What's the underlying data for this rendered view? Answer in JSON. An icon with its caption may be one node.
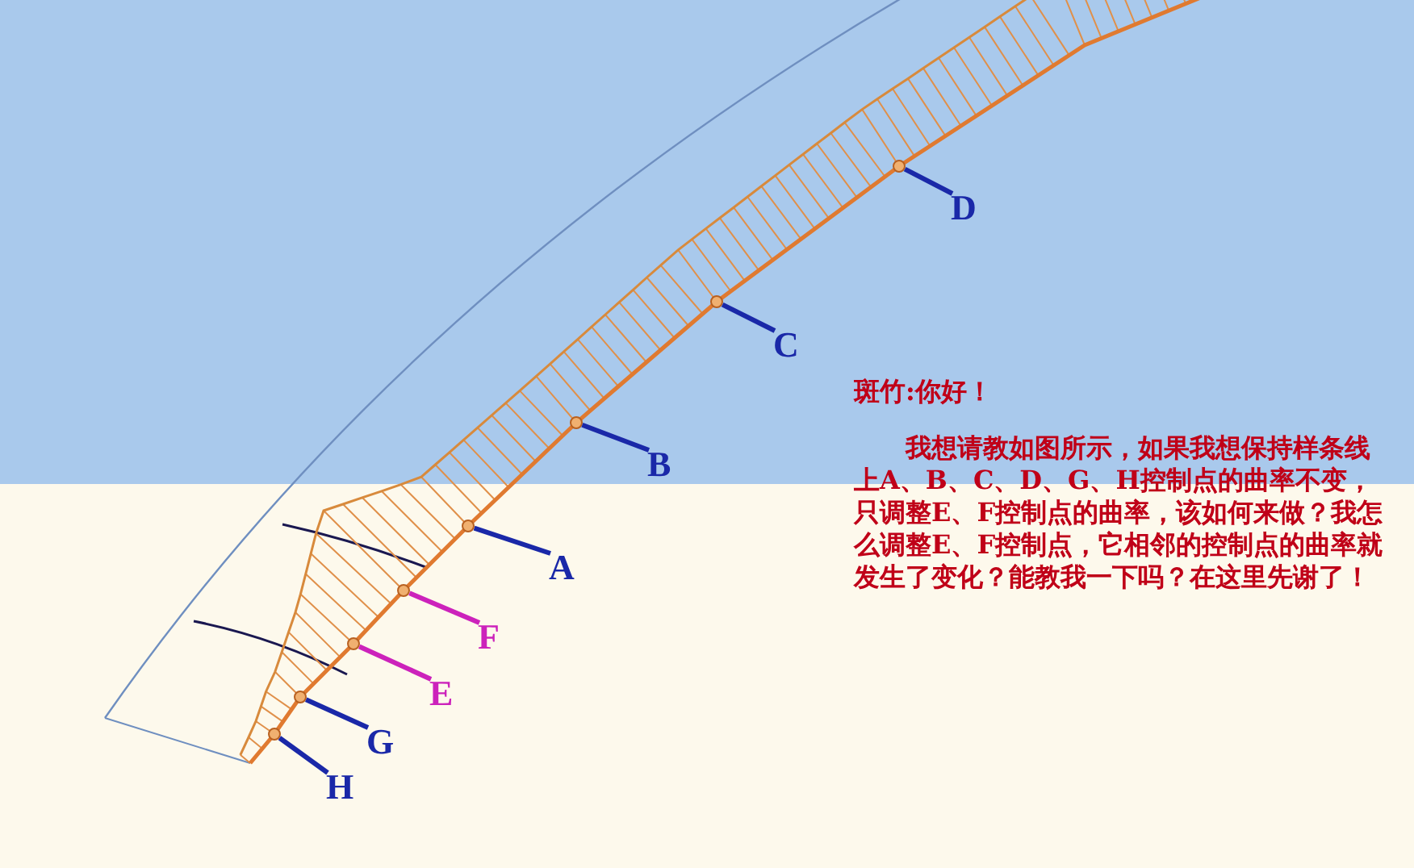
{
  "diagram": {
    "nodes": [
      {
        "text": [
          "D"
        ]
      },
      {
        "text": [
          "C"
        ]
      },
      {
        "text": [
          "B"
        ]
      },
      {
        "text": [
          "A"
        ]
      },
      {
        "text": [
          "F"
        ]
      },
      {
        "text": [
          "E"
        ]
      },
      {
        "text": [
          "G"
        ]
      },
      {
        "text": [
          "H"
        ]
      },
      {
        "text": [],
        "shape": "circle"
      },
      {
        "text": [],
        "shape": "circle"
      },
      {
        "text": [],
        "shape": "circle"
      },
      {
        "text": [],
        "shape": "circle"
      },
      {
        "text": [],
        "shape": "circle"
      },
      {
        "text": [],
        "shape": "circle"
      },
      {
        "text": [],
        "shape": "circle"
      },
      {
        "text": [],
        "shape": "circle"
      }
    ],
    "edges": [
      {
        "from": 0,
        "to": 8,
        "arrow": "none"
      },
      {
        "from": 1,
        "to": 9,
        "arrow": "none"
      },
      {
        "from": 2,
        "to": 10,
        "arrow": "none"
      },
      {
        "from": 3,
        "to": 11,
        "arrow": "none"
      },
      {
        "from": 4,
        "to": 12,
        "arrow": "none",
        "color": "#cc22bb"
      },
      {
        "from": 5,
        "to": 13,
        "arrow": "none",
        "color": "#cc22bb"
      },
      {
        "from": 6,
        "to": 14,
        "arrow": "none"
      },
      {
        "from": 7,
        "to": 15,
        "arrow": "none"
      }
    ],
    "labels": [
      "斑竹:你好！",
      "我想请教如图所示，如果我想保持样条线上A、B、C、D、G、H控制点的曲率不变，只调整E、F控制点的曲率，该如何来做？我怎么调整E、F控制点，它相邻的控制点的曲率就发生了变化？能教我一下吗？在这里先谢了！"
    ]
  }
}
